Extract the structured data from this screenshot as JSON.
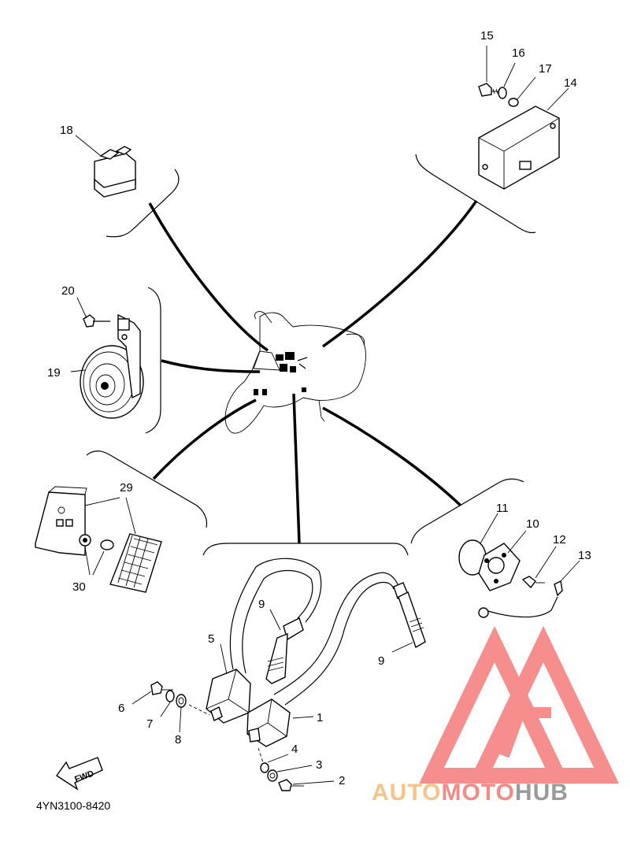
{
  "diagram": {
    "part_code": "4YN3100-8420",
    "direction_arrow": "FWD",
    "callouts": [
      "1",
      "2",
      "3",
      "4",
      "5",
      "6",
      "7",
      "8",
      "9",
      "9",
      "10",
      "11",
      "12",
      "13",
      "14",
      "15",
      "16",
      "17",
      "18",
      "19",
      "20",
      "29",
      "30"
    ]
  },
  "watermark": {
    "auto": "AUTO",
    "moto": "MOTO",
    "hub": "HUB",
    "colors": {
      "auto": "#f6c48a",
      "moto": "#f28a86",
      "hub": "#9a9a9a",
      "logo": "#f47b78"
    }
  }
}
